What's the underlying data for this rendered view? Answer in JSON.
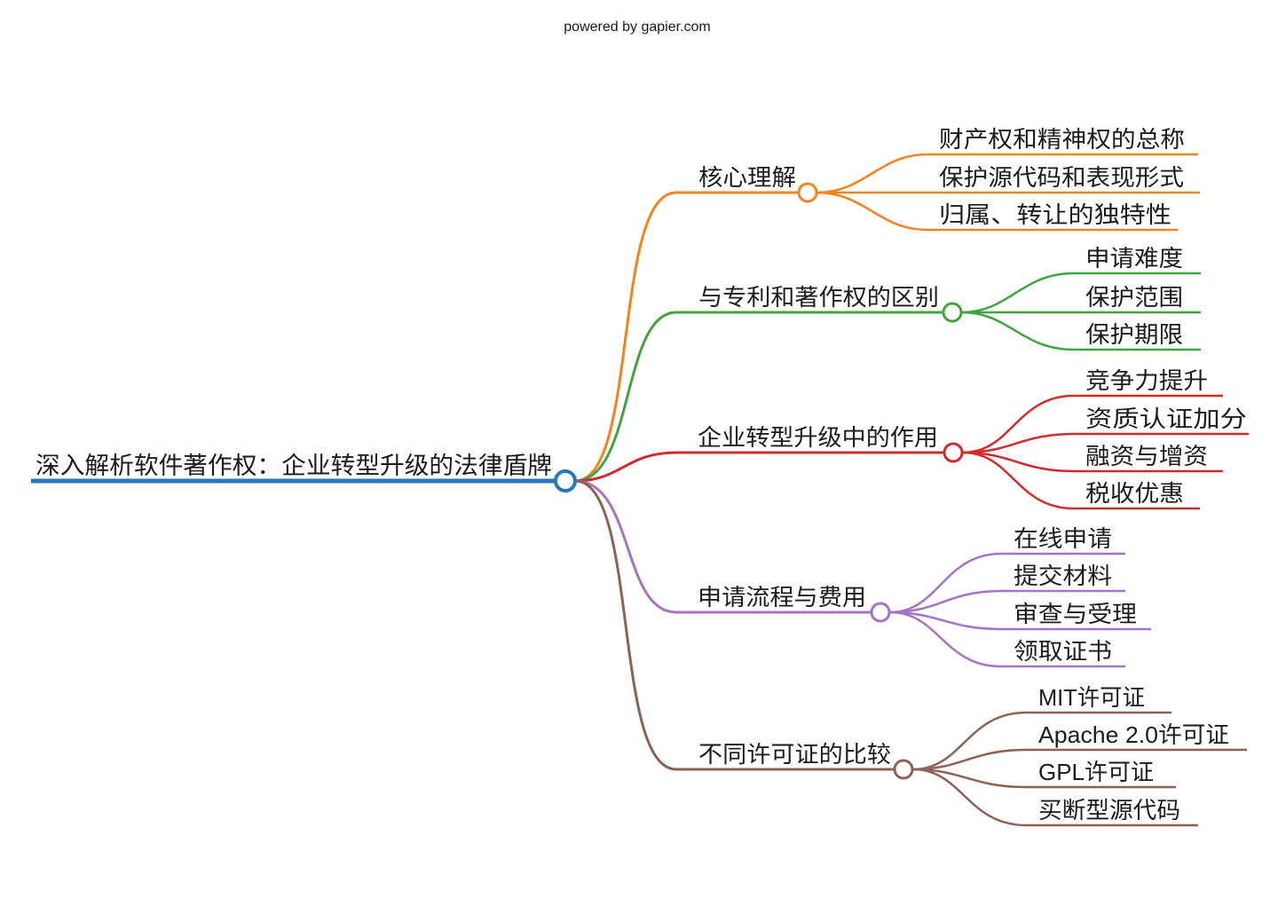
{
  "watermark": {
    "text": "powered by gapier.com",
    "color": "#8b8b8b"
  },
  "root": {
    "label": "深入解析软件著作权：企业转型升级的法律盾牌",
    "color": "#2878B8"
  },
  "branches": [
    {
      "label": "核心理解",
      "color": "#F5821E",
      "children": [
        "财产权和精神权的总称",
        "保护源代码和表现形式",
        "归属、转让的独特性"
      ]
    },
    {
      "label": "与专利和著作权的区别",
      "color": "#3FA53F",
      "children": [
        "申请难度",
        "保护范围",
        "保护期限"
      ]
    },
    {
      "label": "企业转型升级中的作用",
      "color": "#D22B2B",
      "children": [
        "竞争力提升",
        "资质认证加分",
        "融资与增资",
        "税收优惠"
      ]
    },
    {
      "label": "申请流程与费用",
      "color": "#A672C6",
      "children": [
        "在线申请",
        "提交材料",
        "审查与受理",
        "领取证书"
      ]
    },
    {
      "label": "不同许可证的比较",
      "color": "#8D6156",
      "children": [
        "MIT许可证",
        "Apache 2.0许可证",
        "GPL许可证",
        "买断型源代码"
      ]
    }
  ]
}
